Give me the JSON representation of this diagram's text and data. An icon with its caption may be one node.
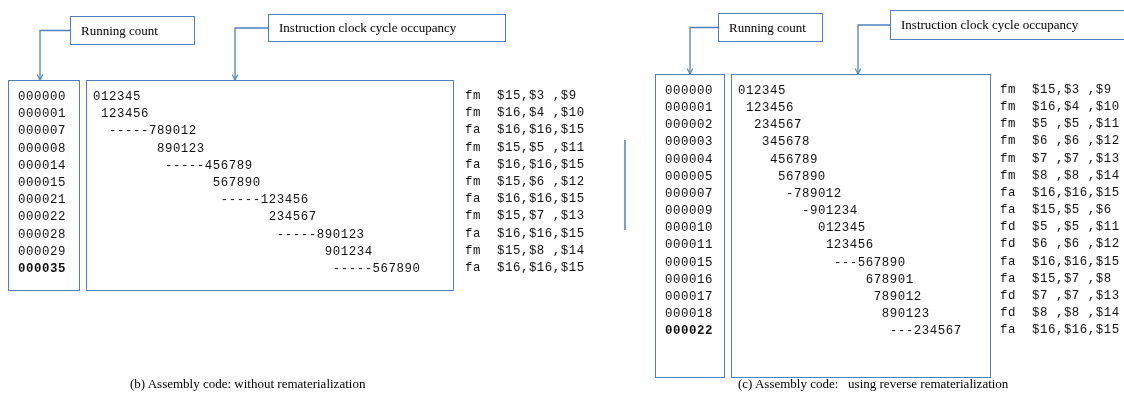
{
  "diagram": {
    "nodes": [
      {
        "text": [
          "Running count"
        ]
      },
      {
        "text": [
          "Instruction clock cycle occupancy"
        ]
      },
      {
        "text": [
          "000000",
          "000001",
          "000007",
          "000008",
          "000014",
          "000015",
          "000021",
          "000022",
          "000028",
          "000029",
          "000035"
        ]
      },
      {
        "text": [
          "012345",
          "123456",
          "-----789012",
          "890123",
          "-----456789",
          "567890",
          "-----123456",
          "234567",
          "-----890123",
          "901234",
          "-----567890"
        ]
      },
      {
        "text": [
          "Running count"
        ]
      },
      {
        "text": [
          "Instruction clock cycle occupancy"
        ]
      },
      {
        "text": [
          "000000",
          "000001",
          "000002",
          "000003",
          "000004",
          "000005",
          "000007",
          "000009",
          "000010",
          "000011",
          "000015",
          "000016",
          "000017",
          "000018",
          "000022"
        ]
      },
      {
        "text": [
          "012345",
          "123456",
          "234567",
          "345678",
          "456789",
          "567890",
          "-789012",
          "-901234",
          "012345",
          "123456",
          "---567890",
          "678901",
          "789012",
          "890123",
          "---234567"
        ]
      }
    ],
    "edges": [
      {
        "from": 0,
        "to": 2,
        "arrow": "to"
      },
      {
        "from": 1,
        "to": 3,
        "arrow": "to"
      },
      {
        "from": 4,
        "to": 6,
        "arrow": "to"
      },
      {
        "from": 5,
        "to": 7,
        "arrow": "to"
      }
    ],
    "labels": [
      "fm  $15,$3 ,$9",
      "fm  $16,$4 ,$10",
      "fa  $16,$16,$15",
      "fm  $15,$5 ,$11",
      "fa  $16,$16,$15",
      "fm  $15,$6 ,$12",
      "fa  $16,$16,$15",
      "fm  $15,$7 ,$13",
      "fa  $16,$16,$15",
      "fm  $15,$8 ,$14",
      "fa  $16,$16,$15",
      "fm  $15,$3 ,$9",
      "fm  $16,$4 ,$10",
      "fm  $5 ,$5 ,$11",
      "fm  $6 ,$6 ,$12",
      "fm  $7 ,$7 ,$13",
      "fm  $8 ,$8 ,$14",
      "fa  $16,$16,$15",
      "fa  $15,$5 ,$6",
      "fd  $5 ,$5 ,$11",
      "fd  $6 ,$6 ,$12",
      "fa  $16,$16,$15",
      "fa  $15,$7 ,$8",
      "fd  $7 ,$7 ,$13",
      "fd  $8 ,$8 ,$14",
      "fa  $16,$16,$15",
      "(b) Assembly code: without rematerialization",
      "(c) Assembly code:   using reverse rematerialization"
    ]
  }
}
